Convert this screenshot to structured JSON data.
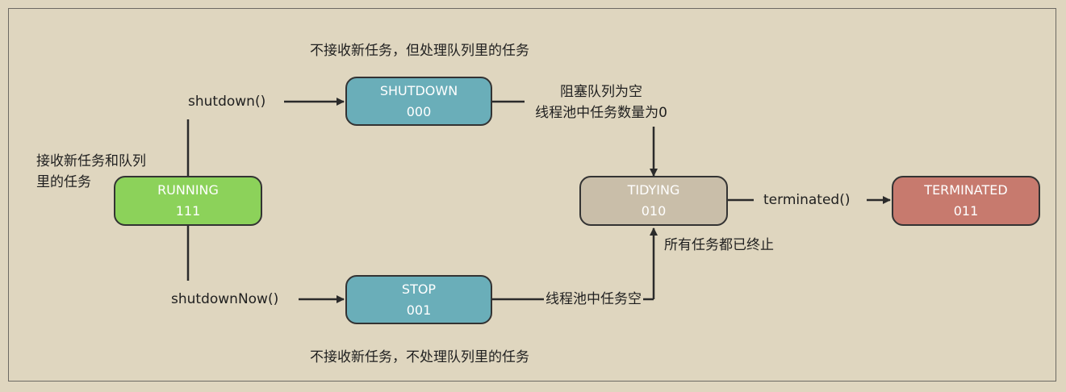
{
  "colors": {
    "background": "#dfd6bf",
    "border": "#333333",
    "running": "#8cd25a",
    "shutdown": "#6aaeb9",
    "stop": "#6aaeb9",
    "tidying": "#c9bea9",
    "terminated": "#c77a6e"
  },
  "states": {
    "running": {
      "name": "RUNNING",
      "code": "111"
    },
    "shutdown": {
      "name": "SHUTDOWN",
      "code": "000"
    },
    "stop": {
      "name": "STOP",
      "code": "001"
    },
    "tidying": {
      "name": "TIDYING",
      "code": "010"
    },
    "terminated": {
      "name": "TERMINATED",
      "code": "011"
    }
  },
  "labels": {
    "running_desc_line1": "接收新任务和队列",
    "running_desc_line2": "里的任务",
    "shutdown_call": "shutdown()",
    "shutdown_now_call": "shutdownNow()",
    "shutdown_desc": "不接收新任务，但处理队列里的任务",
    "stop_desc": "不接收新任务，不处理队列里的任务",
    "shutdown_to_tidying_line1": "阻塞队列为空",
    "shutdown_to_tidying_line2": "线程池中任务数量为0",
    "stop_to_tidying_side": "所有任务都已终止",
    "stop_to_tidying_mid": "线程池中任务空",
    "terminated_call": "terminated()"
  }
}
